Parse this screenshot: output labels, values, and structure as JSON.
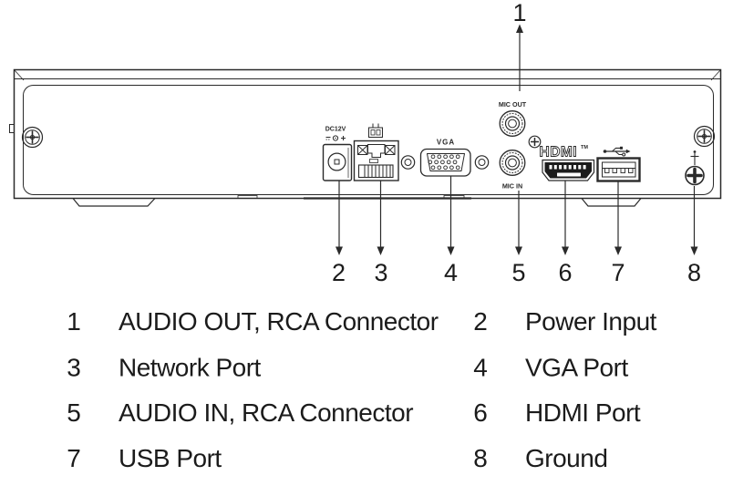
{
  "figure": {
    "description": "Device rear panel diagram with numbered callouts",
    "callouts": {
      "n1": "1",
      "n2": "2",
      "n3": "3",
      "n4": "4",
      "n5": "5",
      "n6": "6",
      "n7": "7",
      "n8": "8"
    },
    "ports": {
      "dc12v_label": "DC12V",
      "vga_label": "VGA",
      "mic_out_label": "MIC OUT",
      "mic_in_label": "MIC IN",
      "hdmi_logo": "HDMI",
      "hdmi_trademark": "TM"
    }
  },
  "legend": {
    "rows": [
      {
        "num_left": "1",
        "label_left": "AUDIO OUT, RCA Connector",
        "num_right": "2",
        "label_right": "Power Input"
      },
      {
        "num_left": "3",
        "label_left": "Network Port",
        "num_right": "4",
        "label_right": "VGA Port"
      },
      {
        "num_left": "5",
        "label_left": "AUDIO IN, RCA Connector",
        "num_right": "6",
        "label_right": "HDMI Port"
      },
      {
        "num_left": "7",
        "label_left": "USB Port",
        "num_right": "8",
        "label_right": "Ground"
      }
    ]
  },
  "colors": {
    "line": "#2a2a2a",
    "text": "#1b1b1b",
    "port_fill": "#1c1c1c",
    "background": "#ffffff"
  }
}
